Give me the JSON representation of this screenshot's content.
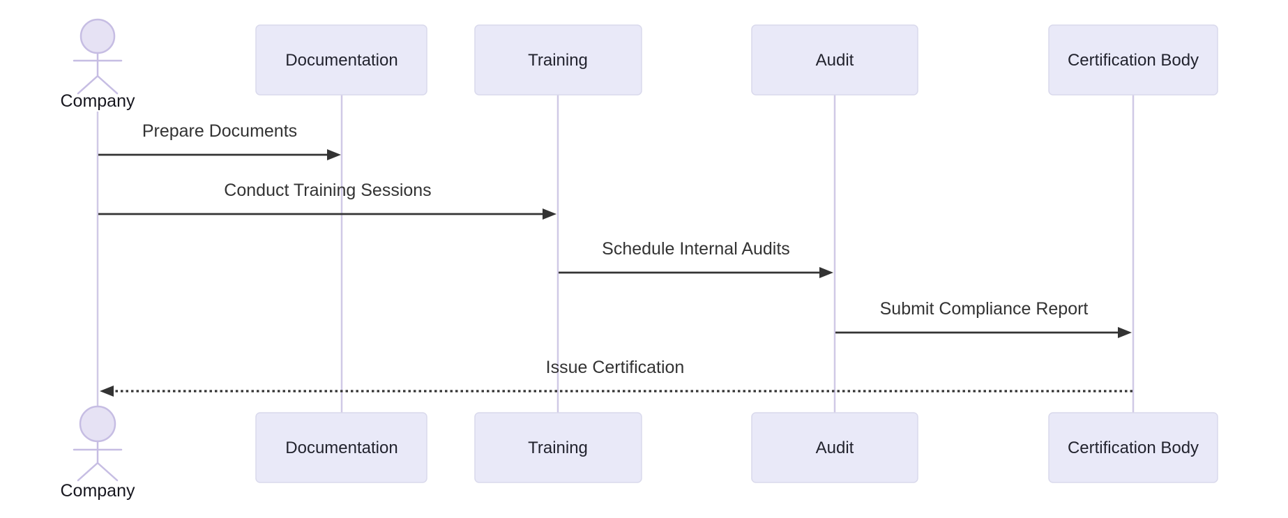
{
  "diagram": {
    "type": "uml-sequence-diagram",
    "actor": {
      "label": "Company"
    },
    "participants": [
      {
        "label": "Documentation"
      },
      {
        "label": "Training"
      },
      {
        "label": "Audit"
      },
      {
        "label": "Certification Body"
      }
    ],
    "messages": [
      {
        "from": "Company",
        "to": "Documentation",
        "label": "Prepare Documents",
        "line_style": "solid",
        "direction": "right"
      },
      {
        "from": "Company",
        "to": "Training",
        "label": "Conduct Training Sessions",
        "line_style": "solid",
        "direction": "right"
      },
      {
        "from": "Training",
        "to": "Audit",
        "label": "Schedule Internal Audits",
        "line_style": "solid",
        "direction": "right"
      },
      {
        "from": "Audit",
        "to": "Certification Body",
        "label": "Submit Compliance Report",
        "line_style": "solid",
        "direction": "right"
      },
      {
        "from": "Certification Body",
        "to": "Company",
        "label": "Issue Certification",
        "line_style": "dotted",
        "direction": "left"
      }
    ],
    "colors": {
      "background": "#ffffff",
      "participant_fill": "#e9e9f8",
      "participant_border": "#d9d9ec",
      "lifeline": "#d0c9e6",
      "actor_stroke": "#c6bde3",
      "actor_fill": "#e6e2f4",
      "message_line": "#333333",
      "message_text": "#333333",
      "label_text": "#22232e"
    }
  }
}
